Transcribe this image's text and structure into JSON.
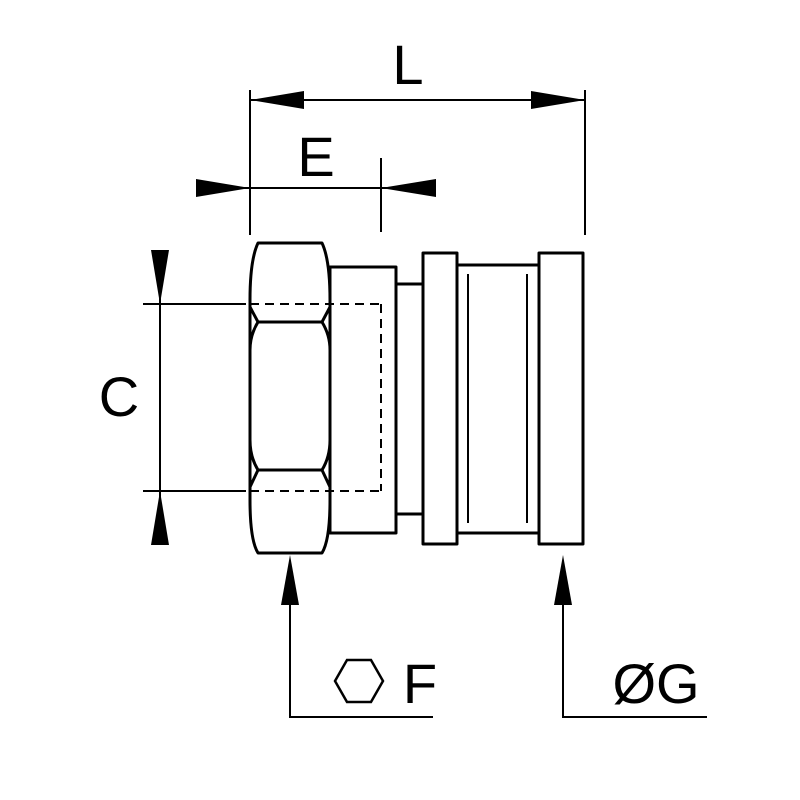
{
  "drawing": {
    "line_color": "#000000",
    "background": "#ffffff",
    "labels": {
      "length": "L",
      "thread_length": "E",
      "thread_size": "C",
      "hex_size": "F",
      "diameter": "ØG"
    },
    "symbols": {
      "hex_size": "hexagon-icon"
    }
  }
}
